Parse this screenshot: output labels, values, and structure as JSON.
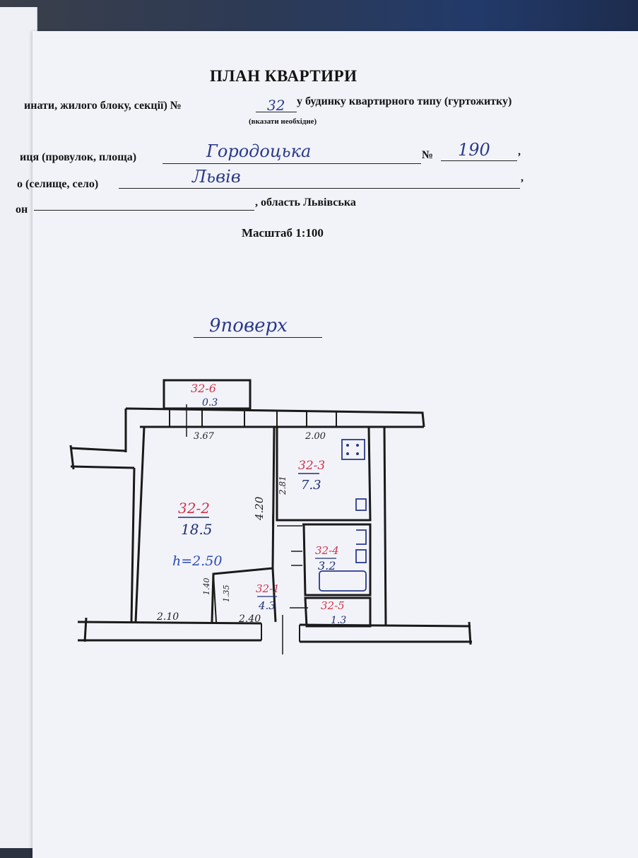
{
  "document": {
    "title": "ПЛАН КВАРТИРИ",
    "line1_left": "инати, жилого блоку, секції) №",
    "line1_number": "32",
    "line1_right": "у будинку квартирного типу (гуртожитку)",
    "line1_note": "(вказати необхідне)",
    "street_label": "иця (провулок, площа)",
    "street_value": "Городоцька",
    "house_label": "№",
    "house_value": "190",
    "city_label": "о (селище, село)",
    "city_value": "Львів",
    "district_label": "он",
    "region_label": ", область Львівська",
    "scale": "Масштаб 1:100",
    "floor": "9поверх"
  },
  "plan": {
    "room6": {
      "id": "32-6",
      "area": "0.3"
    },
    "room2": {
      "id": "32-2",
      "area": "18.5",
      "height": "h=2.50"
    },
    "room3": {
      "id": "32-3",
      "area": "7.3"
    },
    "room4": {
      "id": "32-4",
      "area": "3.2"
    },
    "room1": {
      "id": "32-1",
      "area": "4.3"
    },
    "room5": {
      "id": "32-5",
      "area": "1.3"
    },
    "dims": {
      "d_top_left": "3.67",
      "d_top_right": "2.00",
      "d_left_vert": "4.20",
      "d_right_vert": "2.81",
      "d_bottom_left": "2.10",
      "d_bottom_mid": "2.40",
      "d_small_1": "1.40",
      "d_small_2": "1.35"
    }
  },
  "colors": {
    "handwriting": "#2a3a8a",
    "room_number": "#d0334a",
    "area_text": "#1f2f70",
    "height_text": "#2a4ab8"
  }
}
